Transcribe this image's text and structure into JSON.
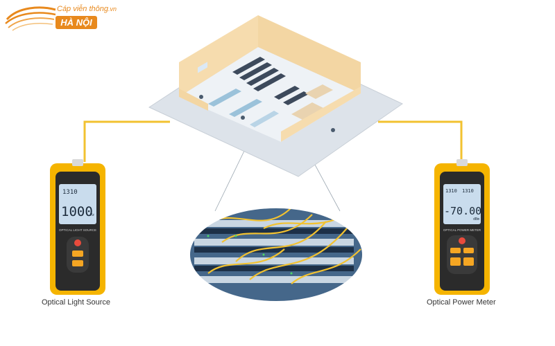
{
  "logo": {
    "brand_text": "Cáp viễn thông",
    "brand_suffix": ".vn",
    "city": "HÀ NỘI"
  },
  "left_device": {
    "caption": "Optical Light Source",
    "panel_label": "OPTICAL LIGHT SOURCE",
    "lcd_small": "1310",
    "lcd_main": "1000",
    "lcd_unit": "Hz"
  },
  "right_device": {
    "caption": "Optical Power Meter",
    "panel_label": "OPTICAL POWER METER",
    "lcd_small": "1310",
    "lcd_small2": "1310",
    "lcd_main": "-70.00",
    "lcd_unit": "dBm"
  },
  "colors": {
    "accent_orange": "#e8891d",
    "cable_yellow": "#f2c230",
    "device_yellow": "#f5b400",
    "device_body": "#2b2b2b",
    "lcd": "#c9dced"
  }
}
